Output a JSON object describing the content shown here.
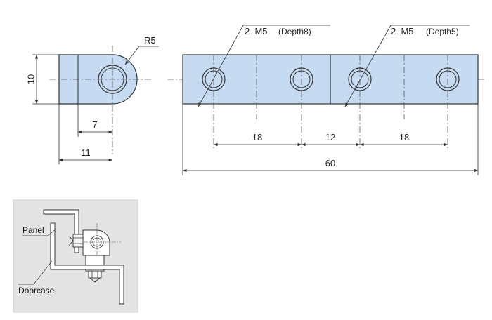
{
  "colors": {
    "part_fill": "#c6daf2",
    "line": "#333333",
    "inset_bg": "#e4e4e4",
    "inset_frame": "#cfcfcf"
  },
  "side_view": {
    "height_dim": "10",
    "hole_dim": "7",
    "width_dim": "11",
    "radius_label": "R5"
  },
  "top_view": {
    "callout_left": {
      "thread": "2–M5",
      "depth": "(Depth8)"
    },
    "callout_right": {
      "thread": "2–M5",
      "depth": "(Depth5)"
    },
    "dims": {
      "hole_pitch_left": "18",
      "gap": "12",
      "hole_pitch_right": "18",
      "overall": "60"
    }
  },
  "installation": {
    "panel_label": "Panel",
    "doorcase_label": "Doorcase"
  }
}
